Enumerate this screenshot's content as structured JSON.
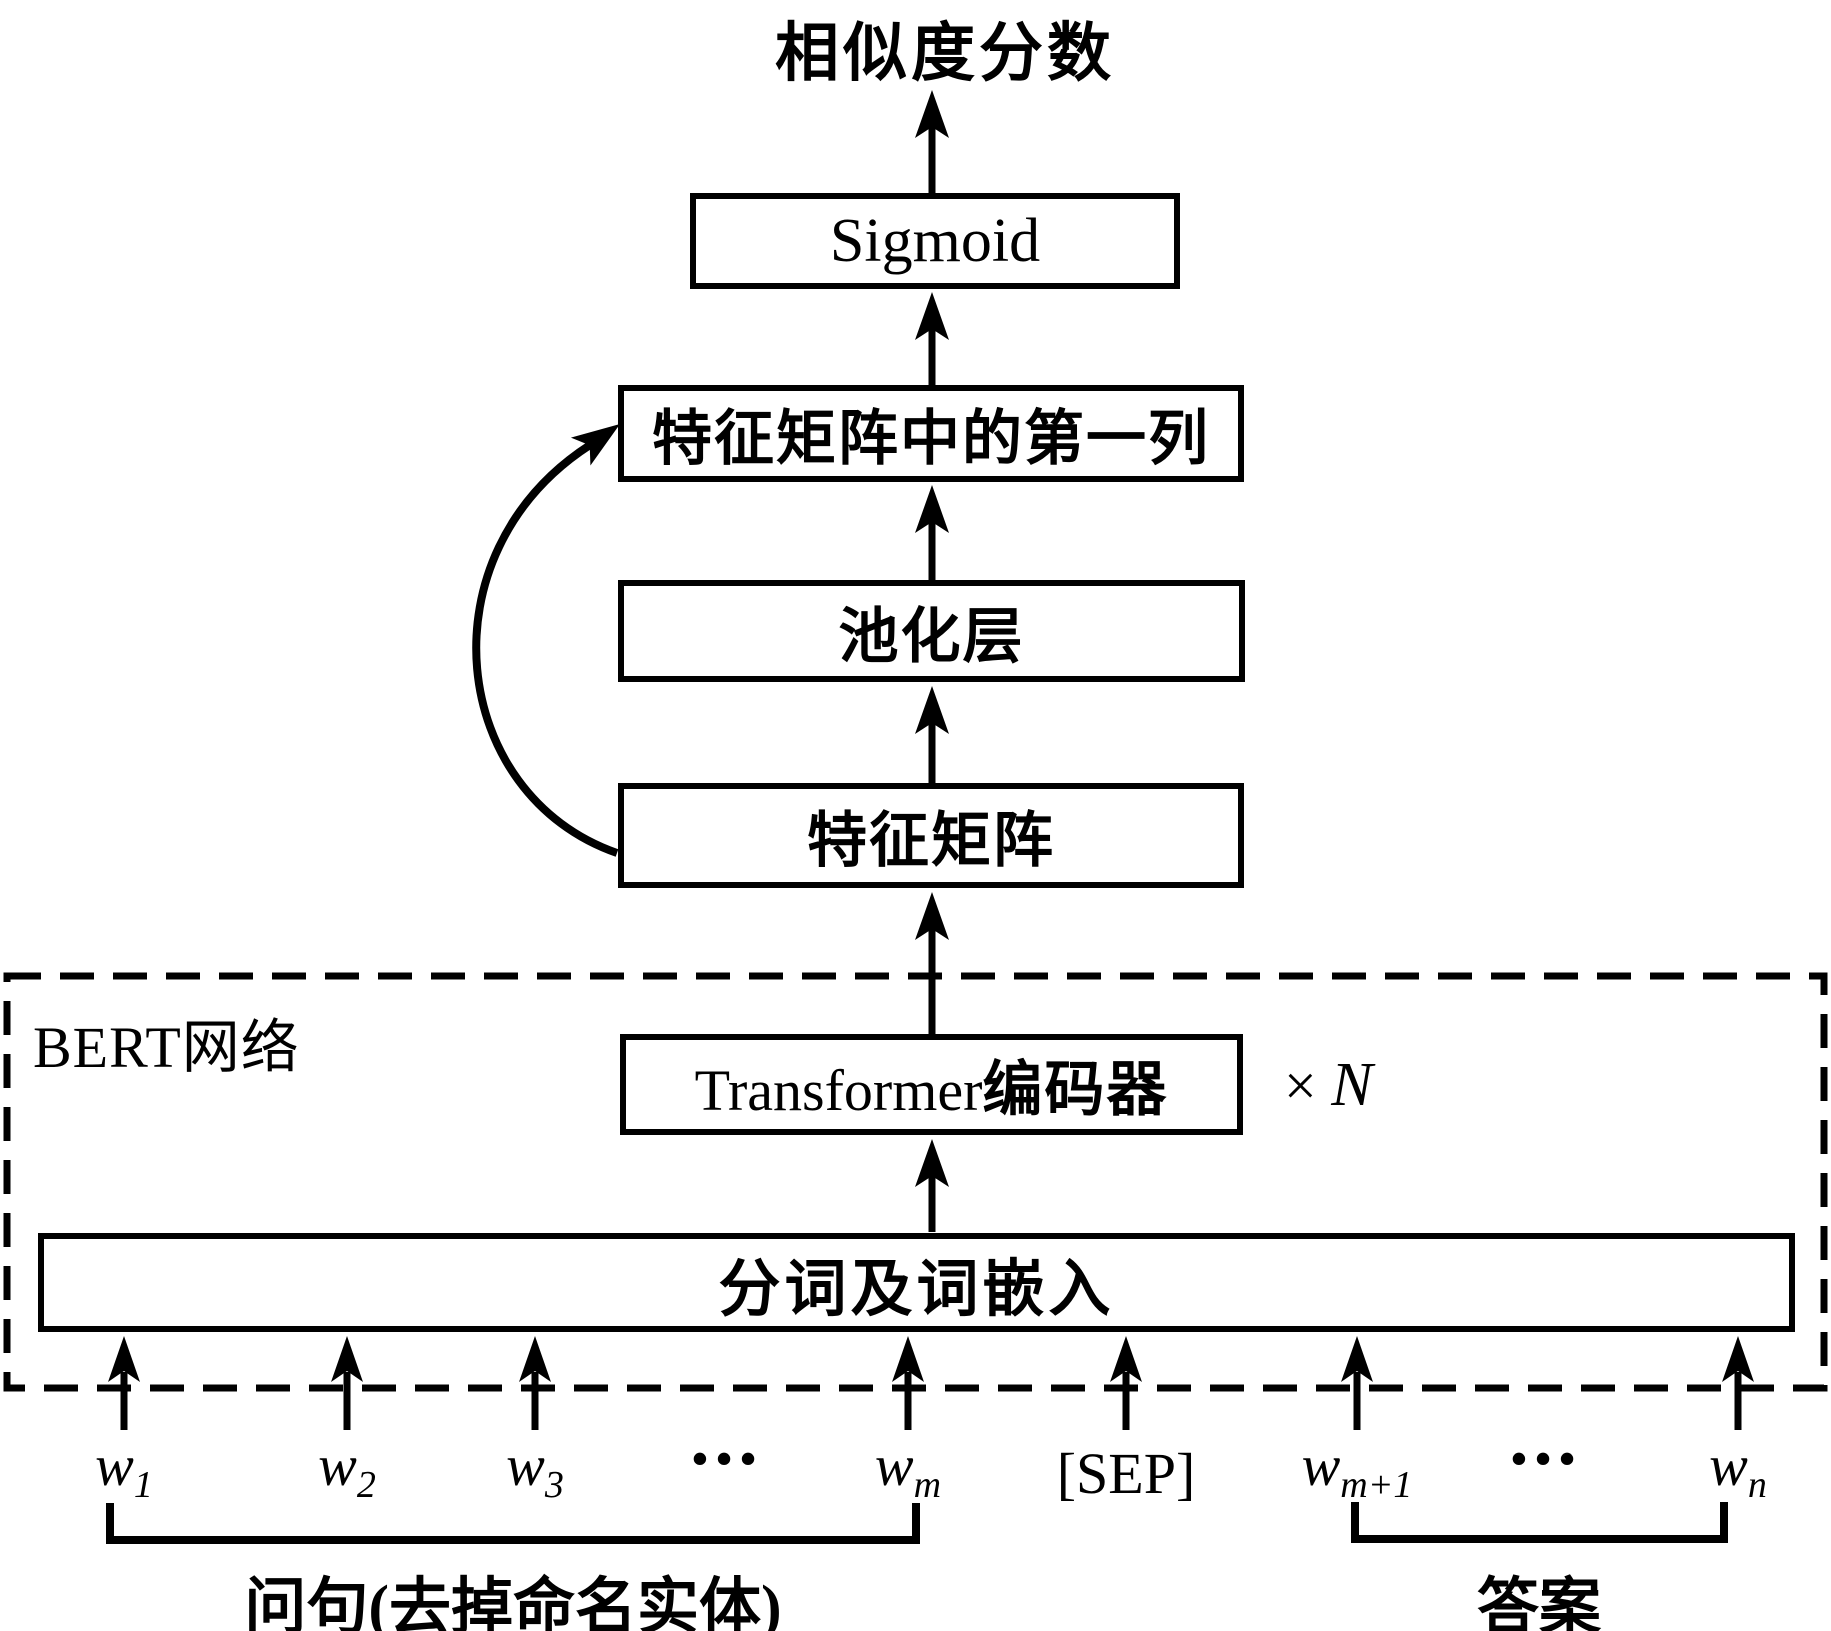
{
  "title": "相似度分数",
  "boxes": {
    "sigmoid": "Sigmoid",
    "first_column": "特征矩阵中的第一列",
    "pooling": "池化层",
    "feature_matrix": "特征矩阵",
    "transformer_en": "Transformer",
    "transformer_zh": "编码器",
    "embedding": "分词及词嵌入"
  },
  "bert_container_label": "BERT网络",
  "repeat": {
    "sign": "×",
    "var": "N"
  },
  "tokens": [
    {
      "text": "w",
      "sub": "1"
    },
    {
      "text": "w",
      "sub": "2"
    },
    {
      "text": "w",
      "sub": "3"
    },
    {
      "text": "•••",
      "sub": ""
    },
    {
      "text": "w",
      "sub": "m"
    },
    {
      "text": "[SEP]",
      "sub": ""
    },
    {
      "text": "w",
      "sub": "m+1"
    },
    {
      "text": "•••",
      "sub": ""
    },
    {
      "text": "w",
      "sub": "n"
    }
  ],
  "group_labels": {
    "question": "问句(去掉命名实体)",
    "answer": "答案"
  },
  "colors": {
    "ink": "#000000",
    "background": "#ffffff"
  }
}
